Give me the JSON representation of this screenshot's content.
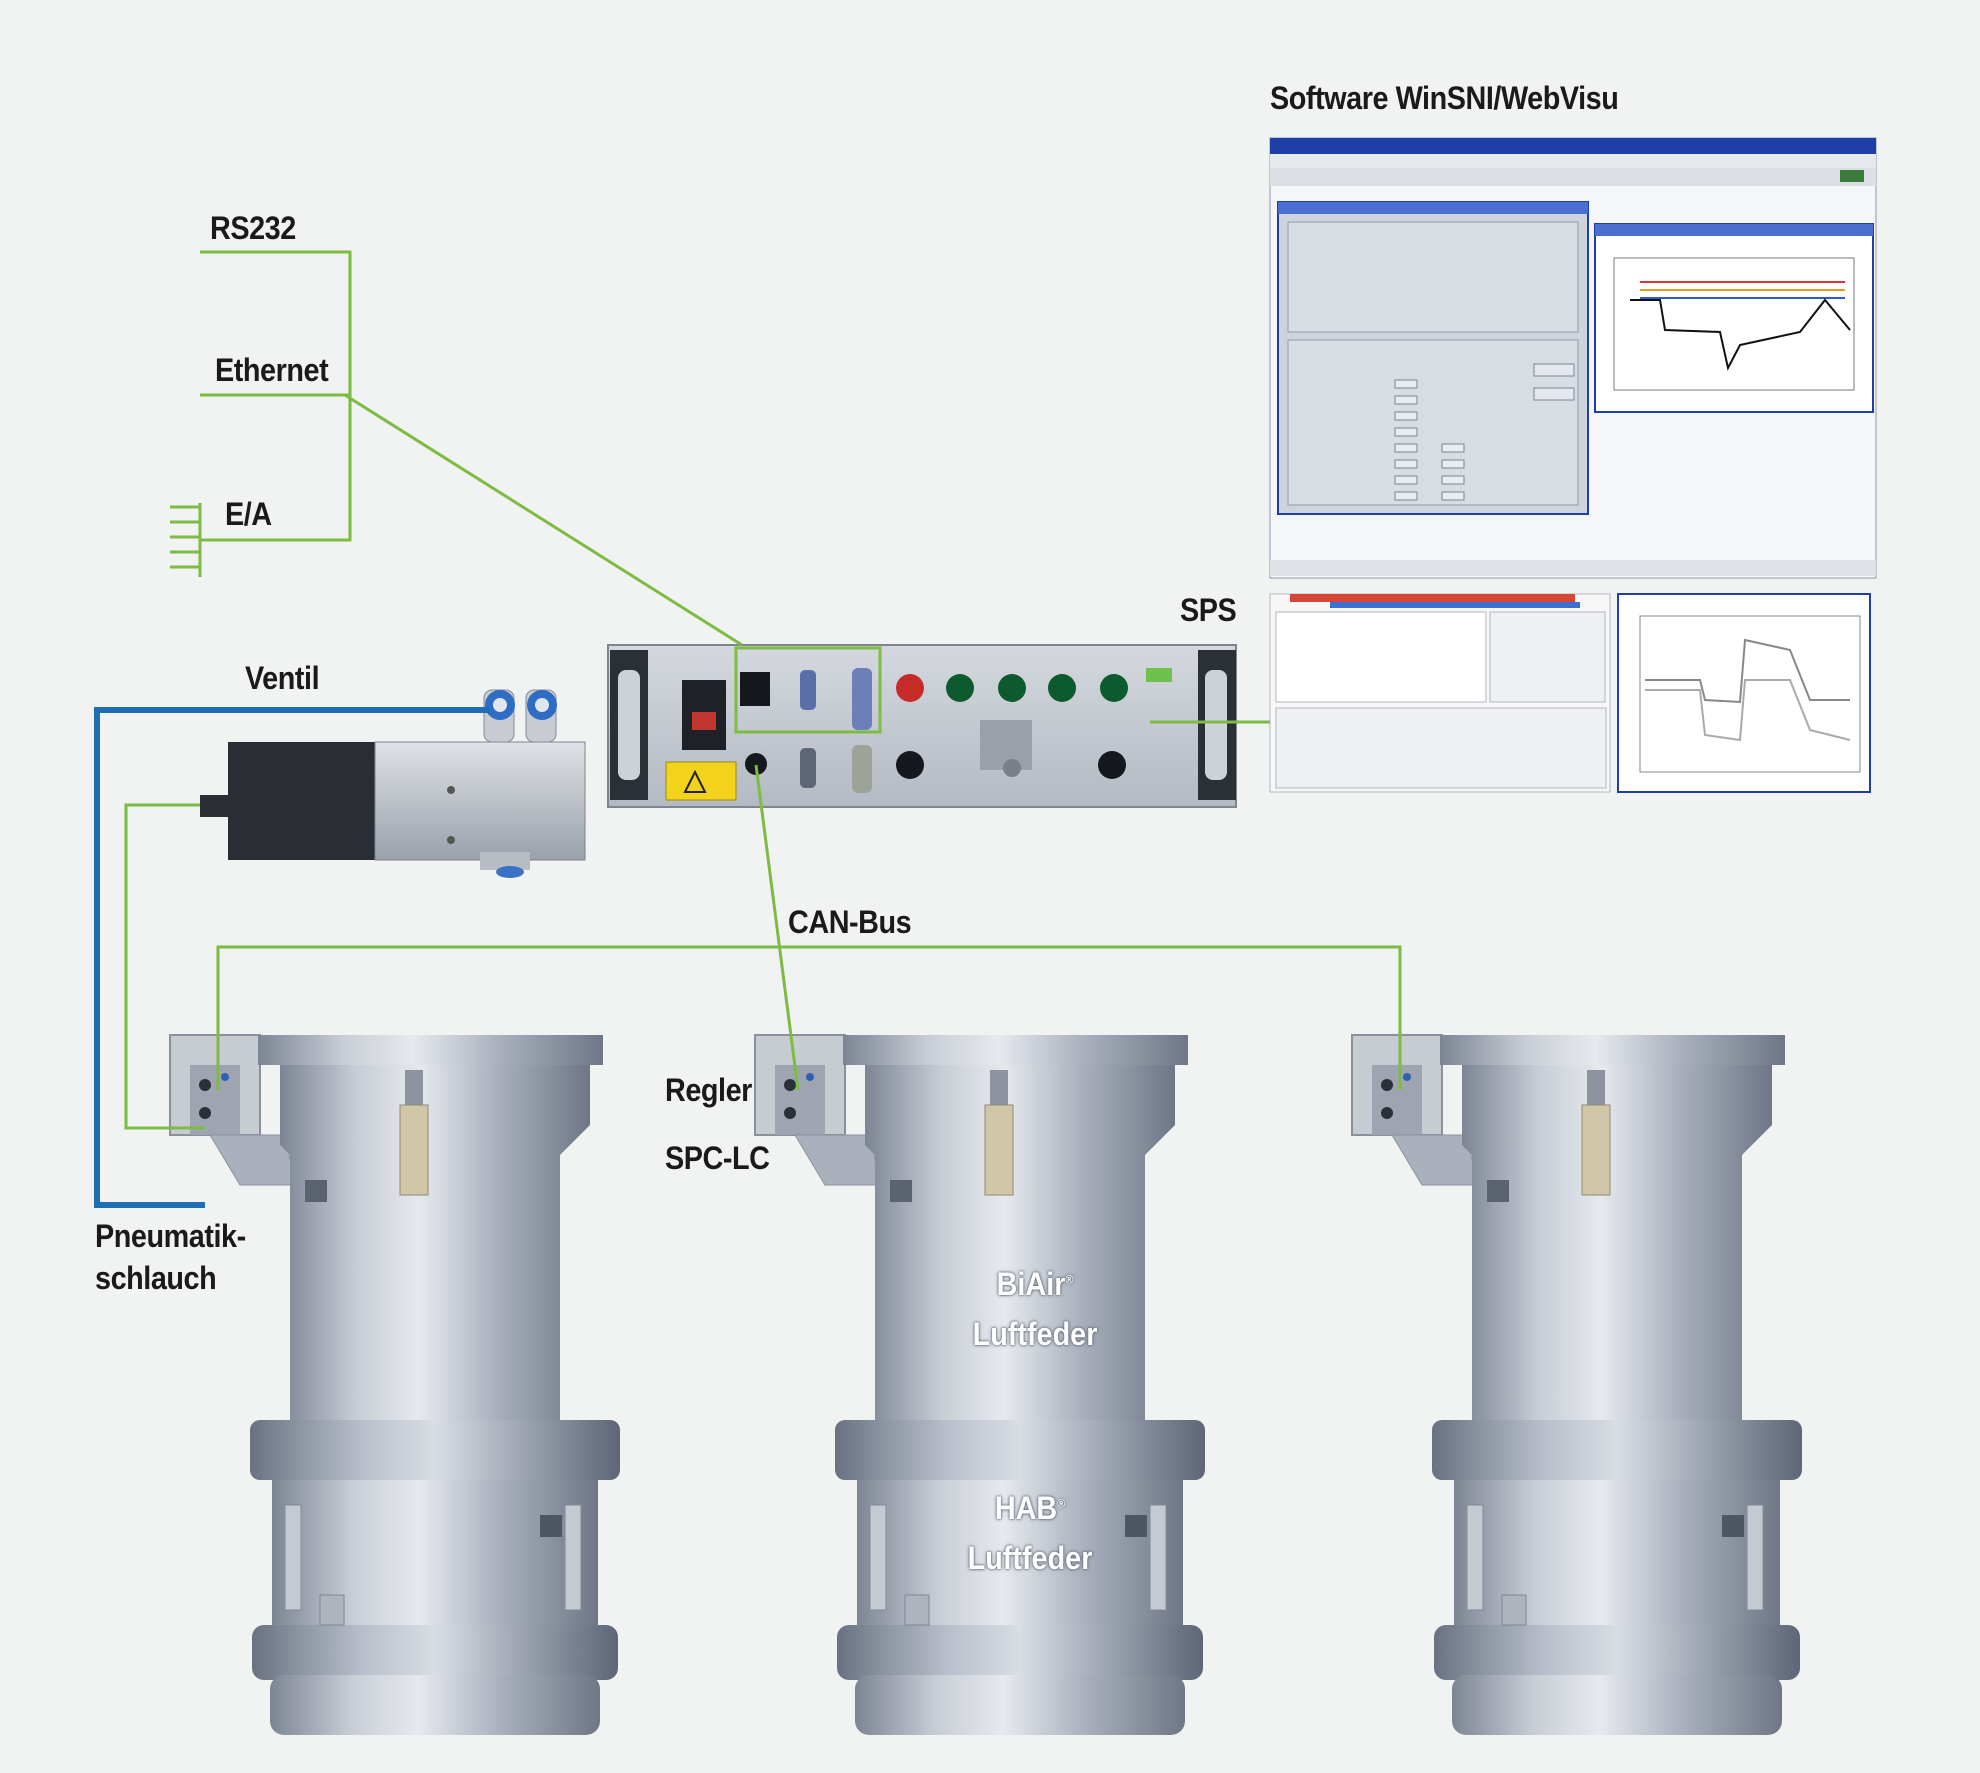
{
  "labels": {
    "rs232": "RS232",
    "ethernet": "Ethernet",
    "ea": "E/A",
    "ventil": "Ventil",
    "sps": "SPS",
    "can_bus": "CAN-Bus",
    "regler": "Regler",
    "spc_lc": "SPC-LC",
    "pneumatik_1": "Pneumatik-",
    "pneumatik_2": "schlauch",
    "software": "Software WinSNI/WebVisu",
    "biair_1": "BiAir",
    "biair_2": "Luftfeder",
    "hab_1": "HAB",
    "hab_2": "Luftfeder",
    "registered": "®"
  },
  "colors": {
    "signal_line": "#7dbb42",
    "pneumatic_line": "#1f6db3",
    "background": "#f1f2f2",
    "metal": "#b9c0cb",
    "window_title": "#1f3fa8"
  }
}
